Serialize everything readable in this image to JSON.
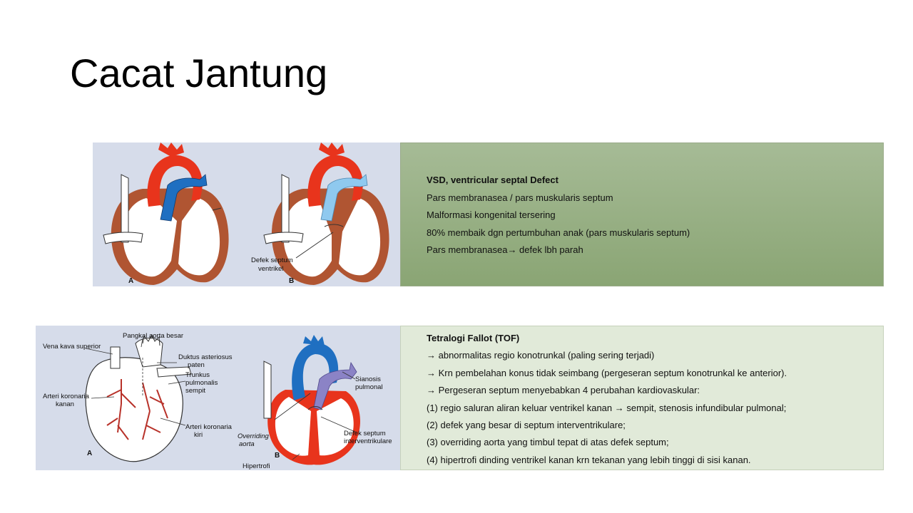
{
  "slide": {
    "title": "Cacat Jantung"
  },
  "vsd": {
    "lines": [
      "VSD, ventricular septal Defect",
      "Pars membranasea / pars muskularis septum",
      "Malformasi kongenital tersering",
      "80% membaik dgn pertumbuhan  anak (pars muskularis septum)",
      "Pars membranasea→ defek lbh parah"
    ],
    "figure": {
      "label_a": "A",
      "label_b": "B",
      "defect_label_1": "Defek septum",
      "defect_label_2": "ventrikel"
    }
  },
  "tof": {
    "lines": [
      "Tetralogi Fallot (TOF)",
      "→ abnormalitas regio konotrunkal  (paling sering terjadi)",
      "→ Krn pembelahan konus tidak seimbang (pergeseran septum konotrunkal ke anterior).",
      "→ Pergeseran septum menyebabkan 4 perubahan kardiovaskular:",
      "(1) regio saluran aliran keluar ventrikel kanan → sempit, stenosis infundibular pulmonal;",
      "(2) defek yang besar di septum interventrikulare;",
      "(3) overriding aorta yang timbul tepat di atas defek septum;",
      "(4) hipertrofi dinding ventrikel kanan krn tekanan yang lebih tinggi di sisi kanan."
    ],
    "figure": {
      "vena_kava": "Vena kava superior",
      "pangkal_aorta": "Pangkal aorta besar",
      "duktus_1": "Duktus asteriosus",
      "duktus_2": "paten",
      "arteri_kanan_1": "Arteri koronaria",
      "arteri_kanan_2": "kanan",
      "trunkus_1": "Trunkus",
      "trunkus_2": "pulmonalis",
      "trunkus_3": "sempit",
      "arteri_kiri_1": "Arteri koronaria",
      "arteri_kiri_2": "kiri",
      "sianosis_1": "Sianosis",
      "sianosis_2": "pulmonal",
      "overriding_1": "Overriding",
      "overriding_2": "aorta",
      "defek_1": "Defek septum",
      "defek_2": "interventrikulare",
      "hipertrofi": "Hipertrofi",
      "label_a": "A",
      "label_b": "B"
    }
  },
  "colors": {
    "aorta_red": "#e8341c",
    "venous_blue": "#1f6fc1",
    "light_blue": "#8fc9ef",
    "myocardium": "#b05532",
    "purple": "#8b83c6",
    "vsd_panel": "#97af82",
    "tof_panel": "#e1ead9"
  }
}
